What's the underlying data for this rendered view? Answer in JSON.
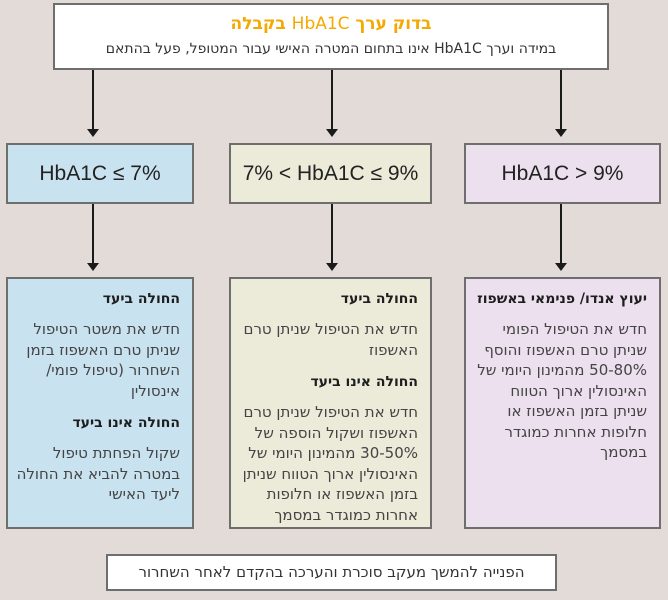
{
  "header": {
    "title_prefix": "בדוק ערך",
    "title_term": "HbA1C",
    "title_suffix": "בקבלה",
    "subtitle": "במידה וערך HbA1C אינו בתחום המטרה האישי עבור המטופל, פעל בהתאם"
  },
  "conditions": [
    {
      "label": "HbA1C ≤ 7%",
      "color": "#c9e2f0"
    },
    {
      "label": "7% < HbA1C ≤ 9%",
      "color": "#ecead9"
    },
    {
      "label": "HbA1C > 9%",
      "color": "#ecdfee"
    }
  ],
  "details": [
    {
      "sections": [
        {
          "heading": "החולה ביעד",
          "text": "חדש את משטר הטיפול שניתן טרם האשפוז בזמן השחרור (טיפול פומי/ אינסולין"
        },
        {
          "heading": "החולה אינו ביעד",
          "text": "שקול הפחתת טיפול במטרה להביא את החולה ליעד האישי"
        }
      ]
    },
    {
      "sections": [
        {
          "heading": "החולה ביעד",
          "text": "חדש את הטיפול שניתן טרם האשפוז"
        },
        {
          "heading": "החולה אינו ביעד",
          "text": "חדש את הטיפול שניתן טרם האשפוז ושקול הוספה של 30-50% מהמינון היומי של האינסולין ארוך הטווח שניתן בזמן האשפוז או חלופות אחרות כמוגדר במסמך"
        }
      ]
    },
    {
      "sections": [
        {
          "heading": "יעוץ אנדו/ פנימאי באשפוז",
          "text": "חדש את הטיפול הפומי שניתן טרם האשפוז והוסף 50-80% מהמינון היומי של האינסולין ארוך הטווח שניתן בזמן האשפוז או חלופות אחרות כמוגדר במסמך"
        }
      ]
    }
  ],
  "footer": {
    "text": "הפנייה להמשך מעקב סוכרת והערכה בהקדם לאחר השחרור"
  },
  "colors": {
    "background": "#e2dbd7",
    "title_accent": "#f5a800",
    "border": "#6e6e6e"
  }
}
